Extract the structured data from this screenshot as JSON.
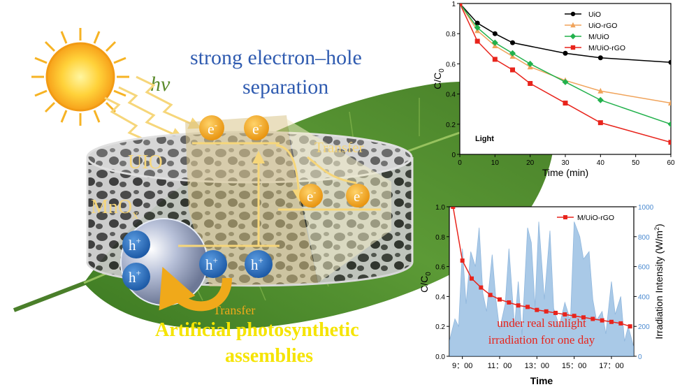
{
  "diagram": {
    "hv_label": "hv",
    "uio_label": "UIO",
    "mnox_main": "MnO",
    "mnox_sub": "x",
    "title_line1": "strong electron–hole",
    "title_line2": "separation",
    "transfer_top": "Transfer",
    "transfer_bottom": "Transfer",
    "electron_base": "e",
    "electron_sup": "-",
    "hole_base": "h",
    "hole_sup": "+",
    "bottom_line1": "Artificial photosynthetic",
    "bottom_line2": "assemblies",
    "colors": {
      "electron": "#f3a91c",
      "hole": "#2e73c4",
      "title_blue": "#2f5bb0",
      "hv_green": "#5a8a2a",
      "bottom_yellow": "#f5e400",
      "arrow_yellow": "#f6d67a",
      "leaf_green": "#4f8c2c"
    }
  },
  "chart_data": [
    {
      "type": "line",
      "title": "",
      "xlabel": "Time (min)",
      "ylabel_main": "C/C",
      "ylabel_sub": "0",
      "annotation": "Light",
      "xlim": [
        0,
        60
      ],
      "ylim": [
        0,
        1.0
      ],
      "xticks": [
        0,
        10,
        20,
        30,
        40,
        50,
        60
      ],
      "yticks": [
        0,
        0.2,
        0.4,
        0.6,
        0.8,
        1.0
      ],
      "ytick_labels": [
        "0",
        "0.2",
        "0.4",
        "0.6",
        "0.8",
        "1"
      ],
      "series": [
        {
          "name": "UiO",
          "color": "#000000",
          "marker": "circle",
          "x": [
            0,
            5,
            10,
            15,
            30,
            40,
            60
          ],
          "y": [
            1.0,
            0.87,
            0.8,
            0.74,
            0.67,
            0.64,
            0.61
          ]
        },
        {
          "name": "UiO-rGO",
          "color": "#f0a35a",
          "marker": "triangle",
          "x": [
            0,
            5,
            10,
            15,
            20,
            30,
            40,
            60
          ],
          "y": [
            1.0,
            0.82,
            0.72,
            0.65,
            0.58,
            0.49,
            0.42,
            0.34
          ]
        },
        {
          "name": "M/UiO",
          "color": "#22b14c",
          "marker": "diamond",
          "x": [
            0,
            5,
            10,
            15,
            20,
            30,
            40,
            60
          ],
          "y": [
            1.0,
            0.84,
            0.74,
            0.67,
            0.6,
            0.48,
            0.36,
            0.2
          ]
        },
        {
          "name": "M/UiO-rGO",
          "color": "#e8241c",
          "marker": "square",
          "x": [
            0,
            5,
            10,
            15,
            20,
            30,
            40,
            60
          ],
          "y": [
            1.0,
            0.75,
            0.63,
            0.56,
            0.47,
            0.34,
            0.21,
            0.08
          ]
        }
      ]
    },
    {
      "type": "line",
      "title": "",
      "xlabel": "Time",
      "ylabel_main": "C/C",
      "ylabel_sub": "0",
      "ylabel_right": "Irradiation Intensity (W/m",
      "ylabel_right_sup": "2",
      "ylabel_right_end": ")",
      "annotation_line1": "under real sunlight",
      "annotation_line2": "irradiation for one day",
      "xlim": [
        8.3,
        18.2
      ],
      "ylim": [
        0,
        1.0
      ],
      "y2lim": [
        0,
        1000
      ],
      "xticks": [
        9,
        11,
        13,
        15,
        17
      ],
      "xtick_labels": [
        "9：00",
        "11：00",
        "13：00",
        "15：00",
        "17：00"
      ],
      "yticks": [
        0,
        0.2,
        0.4,
        0.6,
        0.8,
        1.0
      ],
      "ytick_labels": [
        "0.0",
        "0.2",
        "0.4",
        "0.6",
        "0.8",
        "1.0"
      ],
      "y2ticks": [
        0,
        200,
        400,
        600,
        800,
        1000
      ],
      "series": [
        {
          "name": "M/UiO-rGO",
          "color": "#e8241c",
          "marker": "square",
          "axis": "left",
          "x": [
            8.5,
            9.0,
            9.5,
            10.0,
            10.5,
            11.0,
            11.5,
            12.0,
            12.5,
            13.0,
            13.5,
            14.0,
            14.5,
            15.0,
            15.5,
            16.0,
            16.5,
            17.0,
            17.5,
            18.0
          ],
          "y": [
            1.0,
            0.64,
            0.52,
            0.46,
            0.41,
            0.38,
            0.36,
            0.34,
            0.33,
            0.31,
            0.3,
            0.29,
            0.28,
            0.27,
            0.26,
            0.25,
            0.24,
            0.23,
            0.22,
            0.2
          ]
        },
        {
          "name": "",
          "type": "area",
          "color": "#8db8e0",
          "axis": "right",
          "x": [
            8.3,
            8.6,
            8.8,
            9.0,
            9.2,
            9.45,
            9.7,
            9.9,
            10.1,
            10.3,
            10.6,
            10.8,
            11.0,
            11.3,
            11.5,
            11.8,
            12.0,
            12.2,
            12.5,
            12.7,
            12.9,
            13.1,
            13.4,
            13.7,
            13.9,
            14.2,
            14.5,
            14.8,
            15.0,
            15.3,
            15.5,
            15.8,
            16.0,
            16.2,
            16.5,
            16.7,
            17.0,
            17.2,
            17.5,
            17.7,
            17.9,
            18.2
          ],
          "y": [
            100,
            250,
            200,
            720,
            350,
            700,
            600,
            860,
            420,
            300,
            680,
            380,
            180,
            350,
            720,
            200,
            500,
            140,
            860,
            760,
            330,
            900,
            380,
            840,
            320,
            200,
            360,
            240,
            900,
            800,
            650,
            700,
            380,
            240,
            300,
            150,
            500,
            280,
            400,
            100,
            200,
            60
          ]
        }
      ]
    }
  ]
}
